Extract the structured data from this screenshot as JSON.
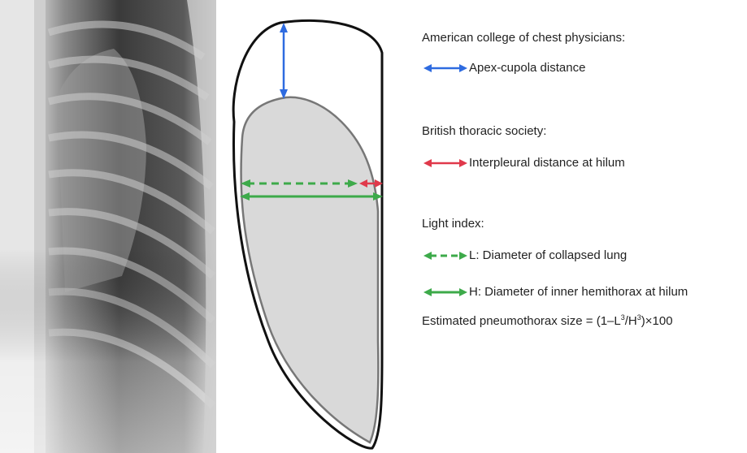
{
  "figure": {
    "xray_label": "Chest radiograph showing right pneumothorax",
    "diagram_label": "Schematic of pneumothorax measurement"
  },
  "legend": {
    "accp_heading": "American college of chest physicians:",
    "accp_item": "Apex-cupola distance",
    "bts_heading": "British thoracic society:",
    "bts_item": "Interpleural distance at hilum",
    "light_heading": "Light index:",
    "light_l": "L: Diameter of collapsed lung",
    "light_h": "H: Diameter of inner hemithorax at hilum",
    "formula_prefix": "Estimated pneumothorax size = (1–L",
    "formula_sup1": "3",
    "formula_mid": "/H",
    "formula_sup2": "3",
    "formula_suffix": ")×100"
  },
  "colors": {
    "blue_arrow": "#2e6be0",
    "red_arrow": "#e0394b",
    "green_arrow": "#3daa4a",
    "lung_fill": "#d9d9d9"
  }
}
